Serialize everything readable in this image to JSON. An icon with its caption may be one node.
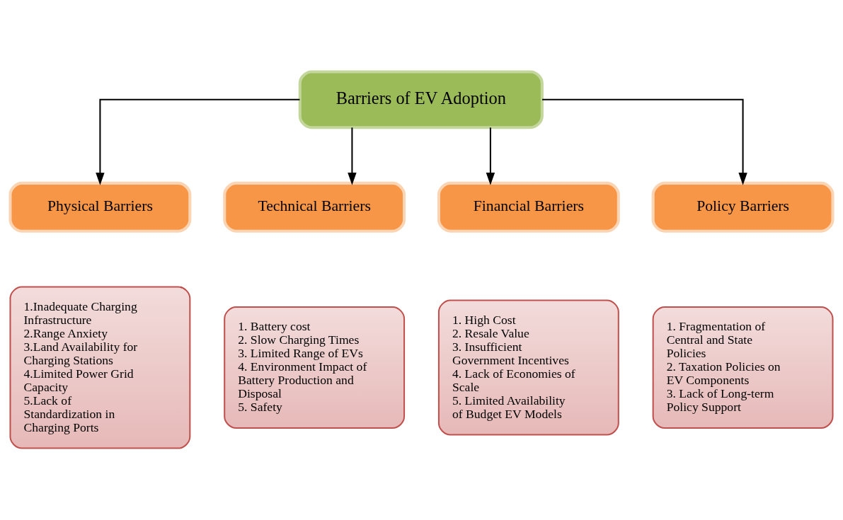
{
  "diagram": {
    "nodes": [
      {
        "text": [
          "Barriers of EV Adoption"
        ]
      },
      {
        "text": [
          "Physical Barriers"
        ]
      },
      {
        "text": [
          "Technical Barriers"
        ]
      },
      {
        "text": [
          "Financial Barriers"
        ]
      },
      {
        "text": [
          "Policy Barriers"
        ]
      },
      {
        "text": [
          "1.Inadequate Charging Infrastructure",
          "2.Range Anxiety",
          "3.Land Availability for Charging Stations",
          "4.Limited Power Grid Capacity",
          "5.Lack of Standardization in Charging Ports"
        ]
      },
      {
        "text": [
          "1. Battery cost",
          "2. Slow Charging Times",
          "3. Limited Range of EVs",
          "4. Environment Impact of Battery Production and Disposal",
          "5. Safety"
        ]
      },
      {
        "text": [
          "1. High Cost",
          "2. Resale Value",
          "3. Insufficient Government Incentives",
          "4. Lack of Economies of Scale",
          "5. Limited Availability of Budget EV Models"
        ]
      },
      {
        "text": [
          "1. Fragmentation of Central and State Policies",
          "2. Taxation Policies on EV Components",
          "3. Lack of Long-term Policy Support"
        ]
      }
    ],
    "edges": [
      {
        "from": 0,
        "to": 1,
        "arrow": "to"
      },
      {
        "from": 0,
        "to": 2,
        "arrow": "to"
      },
      {
        "from": 0,
        "to": 3,
        "arrow": "to"
      },
      {
        "from": 0,
        "to": 4,
        "arrow": "to"
      }
    ]
  }
}
